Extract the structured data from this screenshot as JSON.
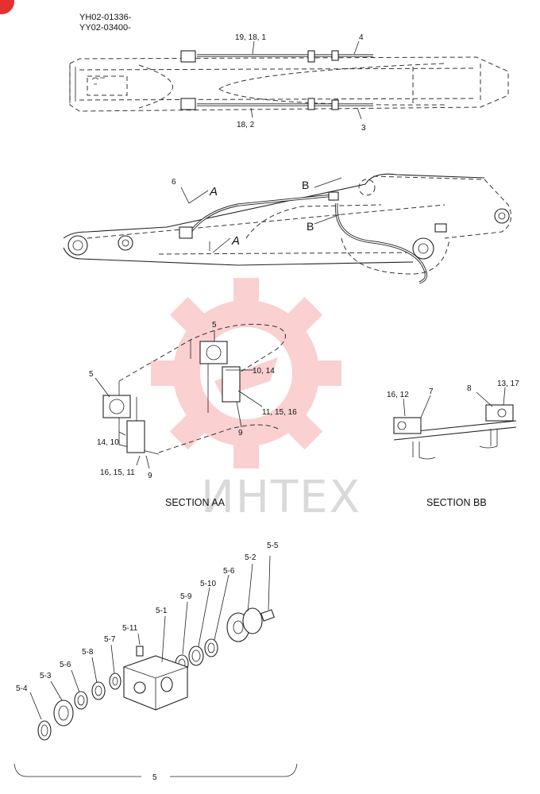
{
  "header": {
    "codes": [
      "YH02-01336-",
      "YY02-03400-"
    ]
  },
  "watermark": {
    "text": "ИНТЕХ",
    "color": "#f25a5a"
  },
  "top_view": {
    "callouts": [
      "19, 18, 1",
      "4",
      "18, 2",
      "3"
    ]
  },
  "side_view": {
    "callouts": [
      "6",
      "A",
      "A",
      "B",
      "B"
    ]
  },
  "section_aa": {
    "title": "SECTION AA",
    "callouts": [
      "5",
      "10, 14",
      "5",
      "11, 15, 16",
      "9",
      "14, 10",
      "16, 15, 11",
      "9"
    ]
  },
  "section_bb": {
    "title": "SECTION BB",
    "callouts": [
      "16, 12",
      "7",
      "8",
      "13, 17"
    ]
  },
  "exploded": {
    "callouts": [
      "5-5",
      "5-2",
      "5-6",
      "5-10",
      "5-9",
      "5-1",
      "5-11",
      "5-7",
      "5-8",
      "5-6",
      "5-3",
      "5-4"
    ],
    "group_label": "5"
  }
}
